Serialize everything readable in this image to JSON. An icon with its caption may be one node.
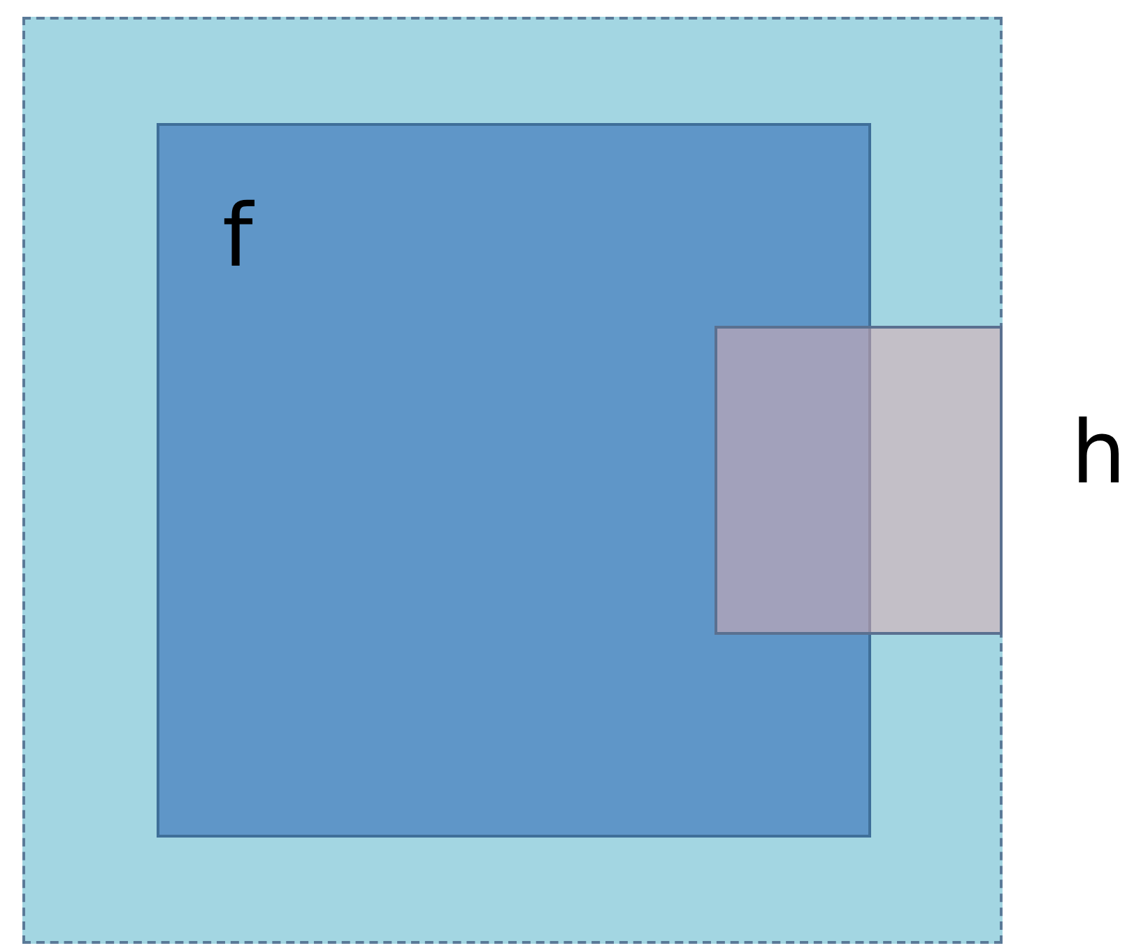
{
  "diagram": {
    "nodes": [
      {
        "text": [],
        "shape": "box"
      },
      {
        "text": [
          "f"
        ],
        "in": 0
      },
      {
        "text": [],
        "shape": "box",
        "in": 0,
        "beside": [
          "h"
        ]
      }
    ]
  }
}
